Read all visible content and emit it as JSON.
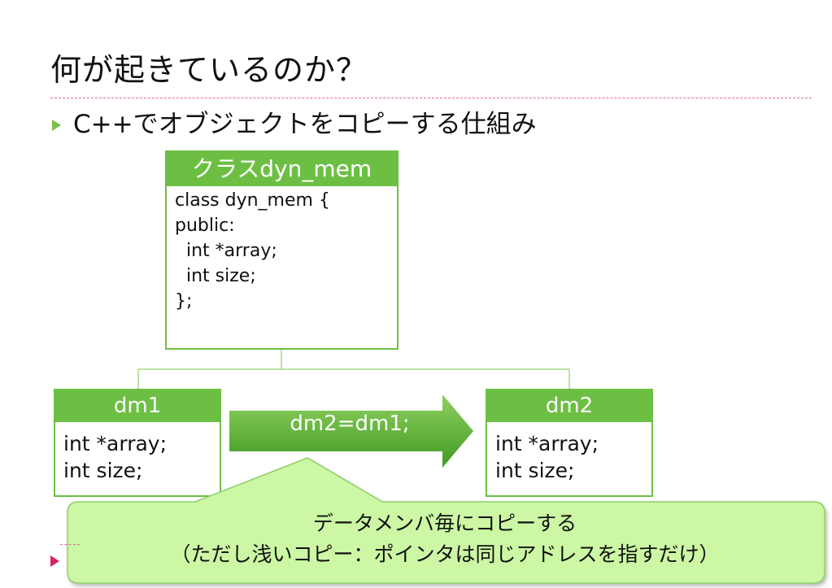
{
  "title": "何が起きているのか？",
  "bullet": "C++でオブジェクトをコピーする仕組み",
  "class_box": {
    "header": "クラスdyn_mem",
    "code": "class dyn_mem {\npublic:\n  int *array;\n  int size;\n};"
  },
  "dm1": {
    "header": "dm1",
    "body": "int *array;\nint size;"
  },
  "dm2": {
    "header": "dm2",
    "body": "int *array;\nint size;"
  },
  "assignment": "dm2=dm1;",
  "callout": {
    "line1": "データメンバ毎にコピーする",
    "line2": "（ただし浅いコピー：ポインタは同じアドレスを指すだけ）"
  },
  "colors": {
    "accent_green": "#6dbf44",
    "bullet_green": "#7bc143",
    "callout_fill": "#ccf7a4",
    "rule_pink": "#e06a8c"
  }
}
